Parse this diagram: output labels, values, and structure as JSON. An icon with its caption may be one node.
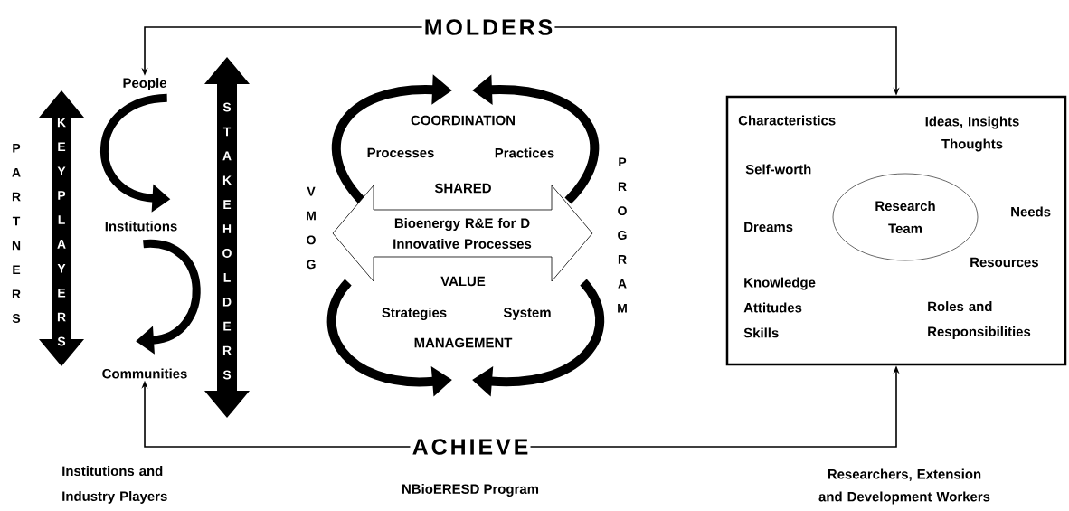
{
  "diagram": {
    "nodes": [
      {
        "text": [
          "MOLDERS"
        ]
      },
      {
        "text": [
          "People"
        ]
      },
      {
        "text": [
          "Institutions"
        ]
      },
      {
        "text": [
          "Communities"
        ]
      },
      {
        "text": [
          "KEYPLAYERS"
        ]
      },
      {
        "text": [
          "STAKEHOLDERS"
        ]
      },
      {
        "text": [
          "Bioenergy R&E for D Innovative Processes"
        ]
      },
      {
        "text": [],
        "shape": "box"
      },
      {
        "text": [
          "Research Team"
        ],
        "in": 7
      },
      {
        "text": [
          "ACHIEVE"
        ]
      }
    ],
    "edges": [
      {
        "from": 0,
        "to": 1,
        "arrow": "to"
      },
      {
        "from": 0,
        "to": 7,
        "arrow": "to"
      },
      {
        "from": 9,
        "to": 3,
        "arrow": "to"
      },
      {
        "from": 9,
        "to": 7,
        "arrow": "to"
      },
      {
        "from": 1,
        "to": 2,
        "arrow": "to",
        "style": "thick"
      },
      {
        "from": 2,
        "to": 3,
        "arrow": "to",
        "style": "thick"
      }
    ],
    "labels": [
      "PARTNERS",
      "VMOG",
      "COORDINATION",
      "Processes",
      "Practices",
      "SHARED",
      "PROGRAM",
      "VALUE",
      "Strategies",
      "System",
      "MANAGEMENT",
      "Characteristics",
      "Ideas, Insights Thoughts",
      "Self-worth",
      "Dreams",
      "Needs",
      "Resources",
      "Knowledge Attitudes Skills",
      "Roles and Responsibilities",
      "Institutions and Industry Players",
      "NBioERESD Program",
      "Researchers, Extension and Development Workers"
    ]
  }
}
